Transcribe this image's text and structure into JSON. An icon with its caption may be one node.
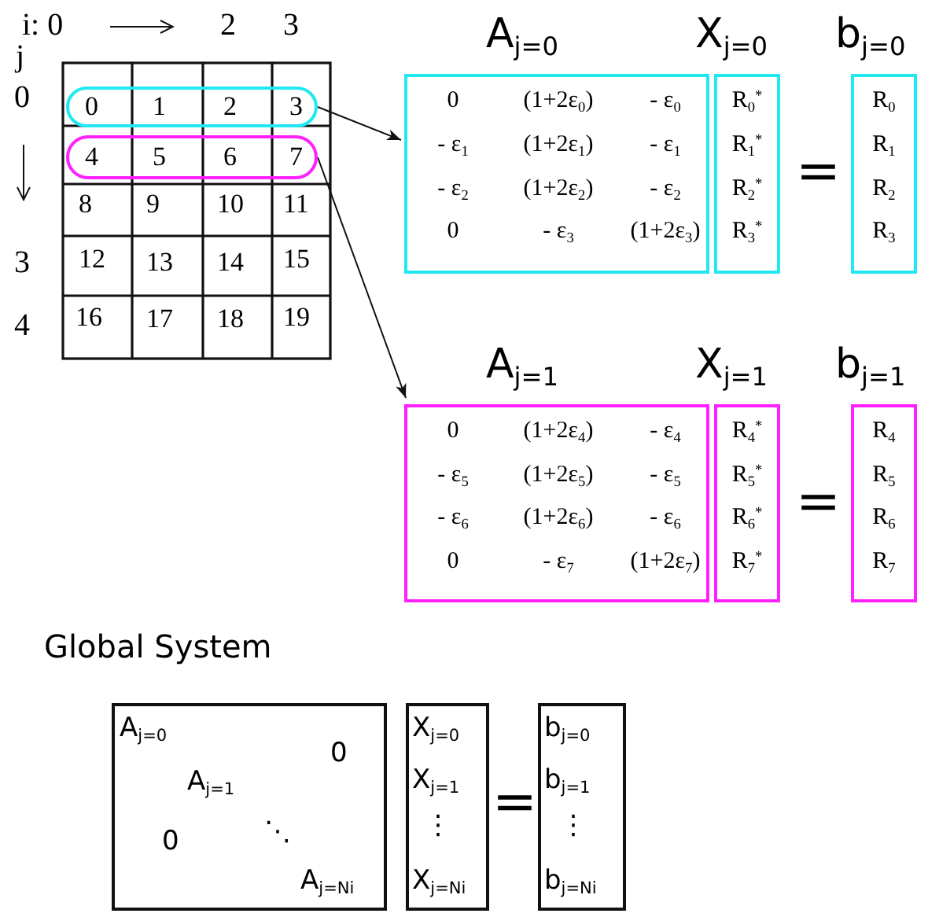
{
  "diagram": {
    "nodes": [
      {
        "text": [
          "0",
          "1",
          "2",
          "3"
        ]
      },
      {
        "text": [
          "4",
          "5",
          "6",
          "7"
        ]
      },
      {
        "text": [
          "A$_{j=0}$",
          "0",
          "(1+2ε$_{0}$)",
          "- ε$_{0}$",
          "- ε$_{1}$",
          "(1+2ε$_{1}$)",
          "- ε$_{1}$",
          "- ε$_{2}$",
          "(1+2ε$_{2}$)",
          "- ε$_{2}$",
          "0",
          "- ε$_{3}$",
          "(1+2ε$_{3}$)"
        ]
      },
      {
        "text": [
          "X$_{j=0}$",
          "R$_{0}$$^{*}$",
          "R$_{1}$$^{*}$",
          "R$_{2}$$^{*}$",
          "R$_{3}$$^{*}$"
        ]
      },
      {
        "text": [
          "b$_{j=0}$",
          "R$_{0}$",
          "R$_{1}$",
          "R$_{2}$",
          "R$_{3}$"
        ]
      },
      {
        "text": [
          "A$_{j=1}$",
          "0",
          "(1+2ε$_{4}$)",
          "- ε$_{4}$",
          "- ε$_{5}$",
          "(1+2ε$_{5}$)",
          "- ε$_{5}$",
          "- ε$_{6}$",
          "(1+2ε$_{6}$)",
          "- ε$_{6}$",
          "0",
          "- ε$_{7}$",
          "(1+2ε$_{7}$)"
        ]
      },
      {
        "text": [
          "X$_{j=1}$",
          "R$_{4}$$^{*}$",
          "R$_{5}$$^{*}$",
          "R$_{6}$$^{*}$",
          "R$_{7}$$^{*}$"
        ]
      },
      {
        "text": [
          "b$_{j=1}$",
          "R$_{4}$",
          "R$_{5}$",
          "R$_{6}$",
          "R$_{7}$"
        ]
      },
      {
        "text": [
          "A$_{j=0}$",
          "0",
          "A$_{j=1}$",
          "0",
          "⋱",
          "A$_{j=Ni}$"
        ]
      },
      {
        "text": [
          "X$_{j=0}$",
          "X$_{j=1}$",
          "⋮",
          "X$_{j=Ni}$"
        ]
      },
      {
        "text": [
          "b$_{j=0}$",
          "b$_{j=1}$",
          "⋮",
          "b$_{j=Ni}$"
        ]
      }
    ],
    "edges": [
      {
        "from": 0,
        "to": 2,
        "arrow": "to"
      },
      {
        "from": 1,
        "to": 5,
        "arrow": "to"
      }
    ],
    "labels": [
      "i: 0",
      "2",
      "3",
      "j",
      "0",
      "3",
      "4",
      "8",
      "9",
      "10",
      "11",
      "12",
      "13",
      "14",
      "15",
      "16",
      "17",
      "18",
      "19",
      "=",
      "=",
      "Global System",
      "="
    ]
  }
}
